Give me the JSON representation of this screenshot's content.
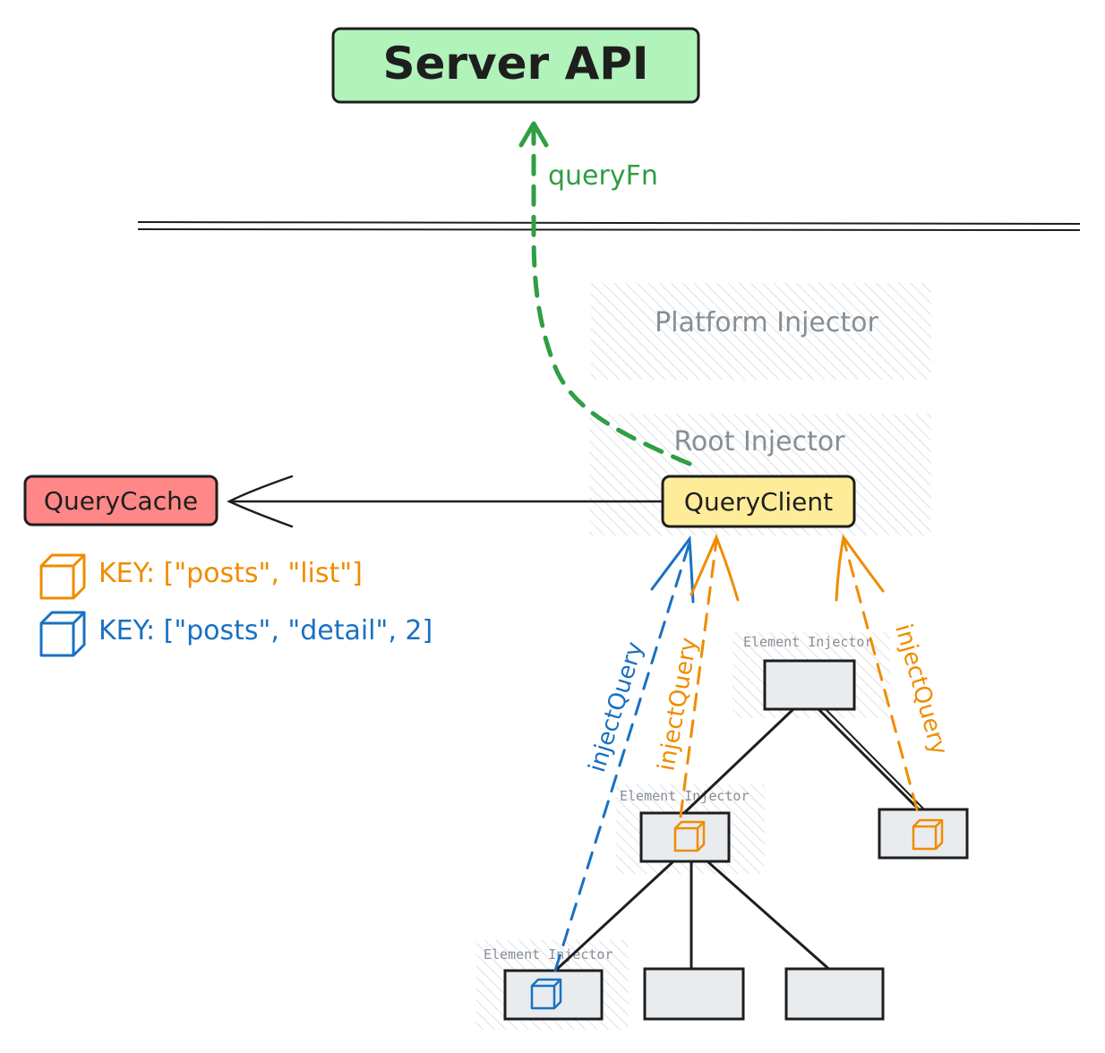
{
  "server": {
    "title": "Server API",
    "fill": "#b2f2bb"
  },
  "arrow": {
    "query_fn_label": "queryFn",
    "color": "#2f9e44"
  },
  "injectors": {
    "platform": "Platform Injector",
    "root": "Root Injector",
    "element": "Element Injector"
  },
  "query_client": {
    "label": "QueryClient",
    "fill": "#ffec99"
  },
  "query_cache": {
    "label": "QueryCache",
    "fill": "#ff8787"
  },
  "keys": {
    "orange": {
      "text": "KEY: [\"posts\", \"list\"]",
      "color": "#f08c00"
    },
    "blue": {
      "text": "KEY: [\"posts\", \"detail\", 2]",
      "color": "#1971c2"
    }
  },
  "inject_query_label": "injectQuery",
  "component_fill": "#e9ecef"
}
